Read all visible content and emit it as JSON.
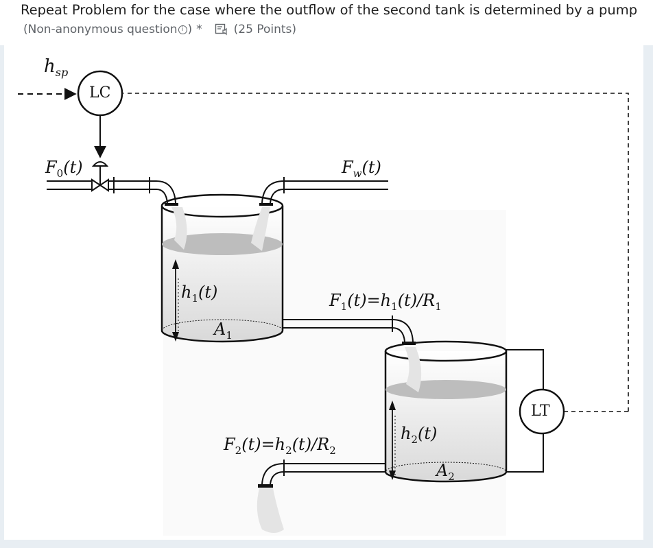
{
  "question": {
    "text": "Repeat Problem for the case where the outflow of the second tank is determined by a pump",
    "meta_prefix": "(Non-anonymous question",
    "meta_suffix": ")",
    "required_marker": "*",
    "points": "(25 Points)"
  },
  "figure": {
    "labels": {
      "setpoint": "h",
      "setpoint_sub": "sp",
      "level_controller": "LC",
      "level_transmitter": "LT",
      "inlet_flow": "F",
      "inlet_flow_sub": "0",
      "inlet_flow_arg": "(t)",
      "disturbance_flow": "F",
      "disturbance_flow_sub": "w",
      "disturbance_flow_arg": "(t)",
      "tank1_level": "h",
      "tank1_level_sub": "1",
      "tank1_level_arg": "(t)",
      "tank1_area": "A",
      "tank1_area_sub": "1",
      "flow1_lhs": "F",
      "flow1_lhs_sub": "1",
      "flow1_mid": "(t)=h",
      "flow1_mid_sub": "1",
      "flow1_rhs": "(t)/R",
      "flow1_rhs_sub": "1",
      "tank2_level": "h",
      "tank2_level_sub": "2",
      "tank2_level_arg": "(t)",
      "tank2_area": "A",
      "tank2_area_sub": "2",
      "flow2_lhs": "F",
      "flow2_lhs_sub": "2",
      "flow2_mid": "(t)=h",
      "flow2_mid_sub": "2",
      "flow2_rhs": "(t)/R",
      "flow2_rhs_sub": "2"
    }
  },
  "colors": {
    "text": "#1f1f1f",
    "meta": "#5f6368",
    "line": "#111111",
    "water": "#bdbdbd",
    "tank_shade": "#f2f2f2",
    "page_bg": "#e8eef3"
  }
}
